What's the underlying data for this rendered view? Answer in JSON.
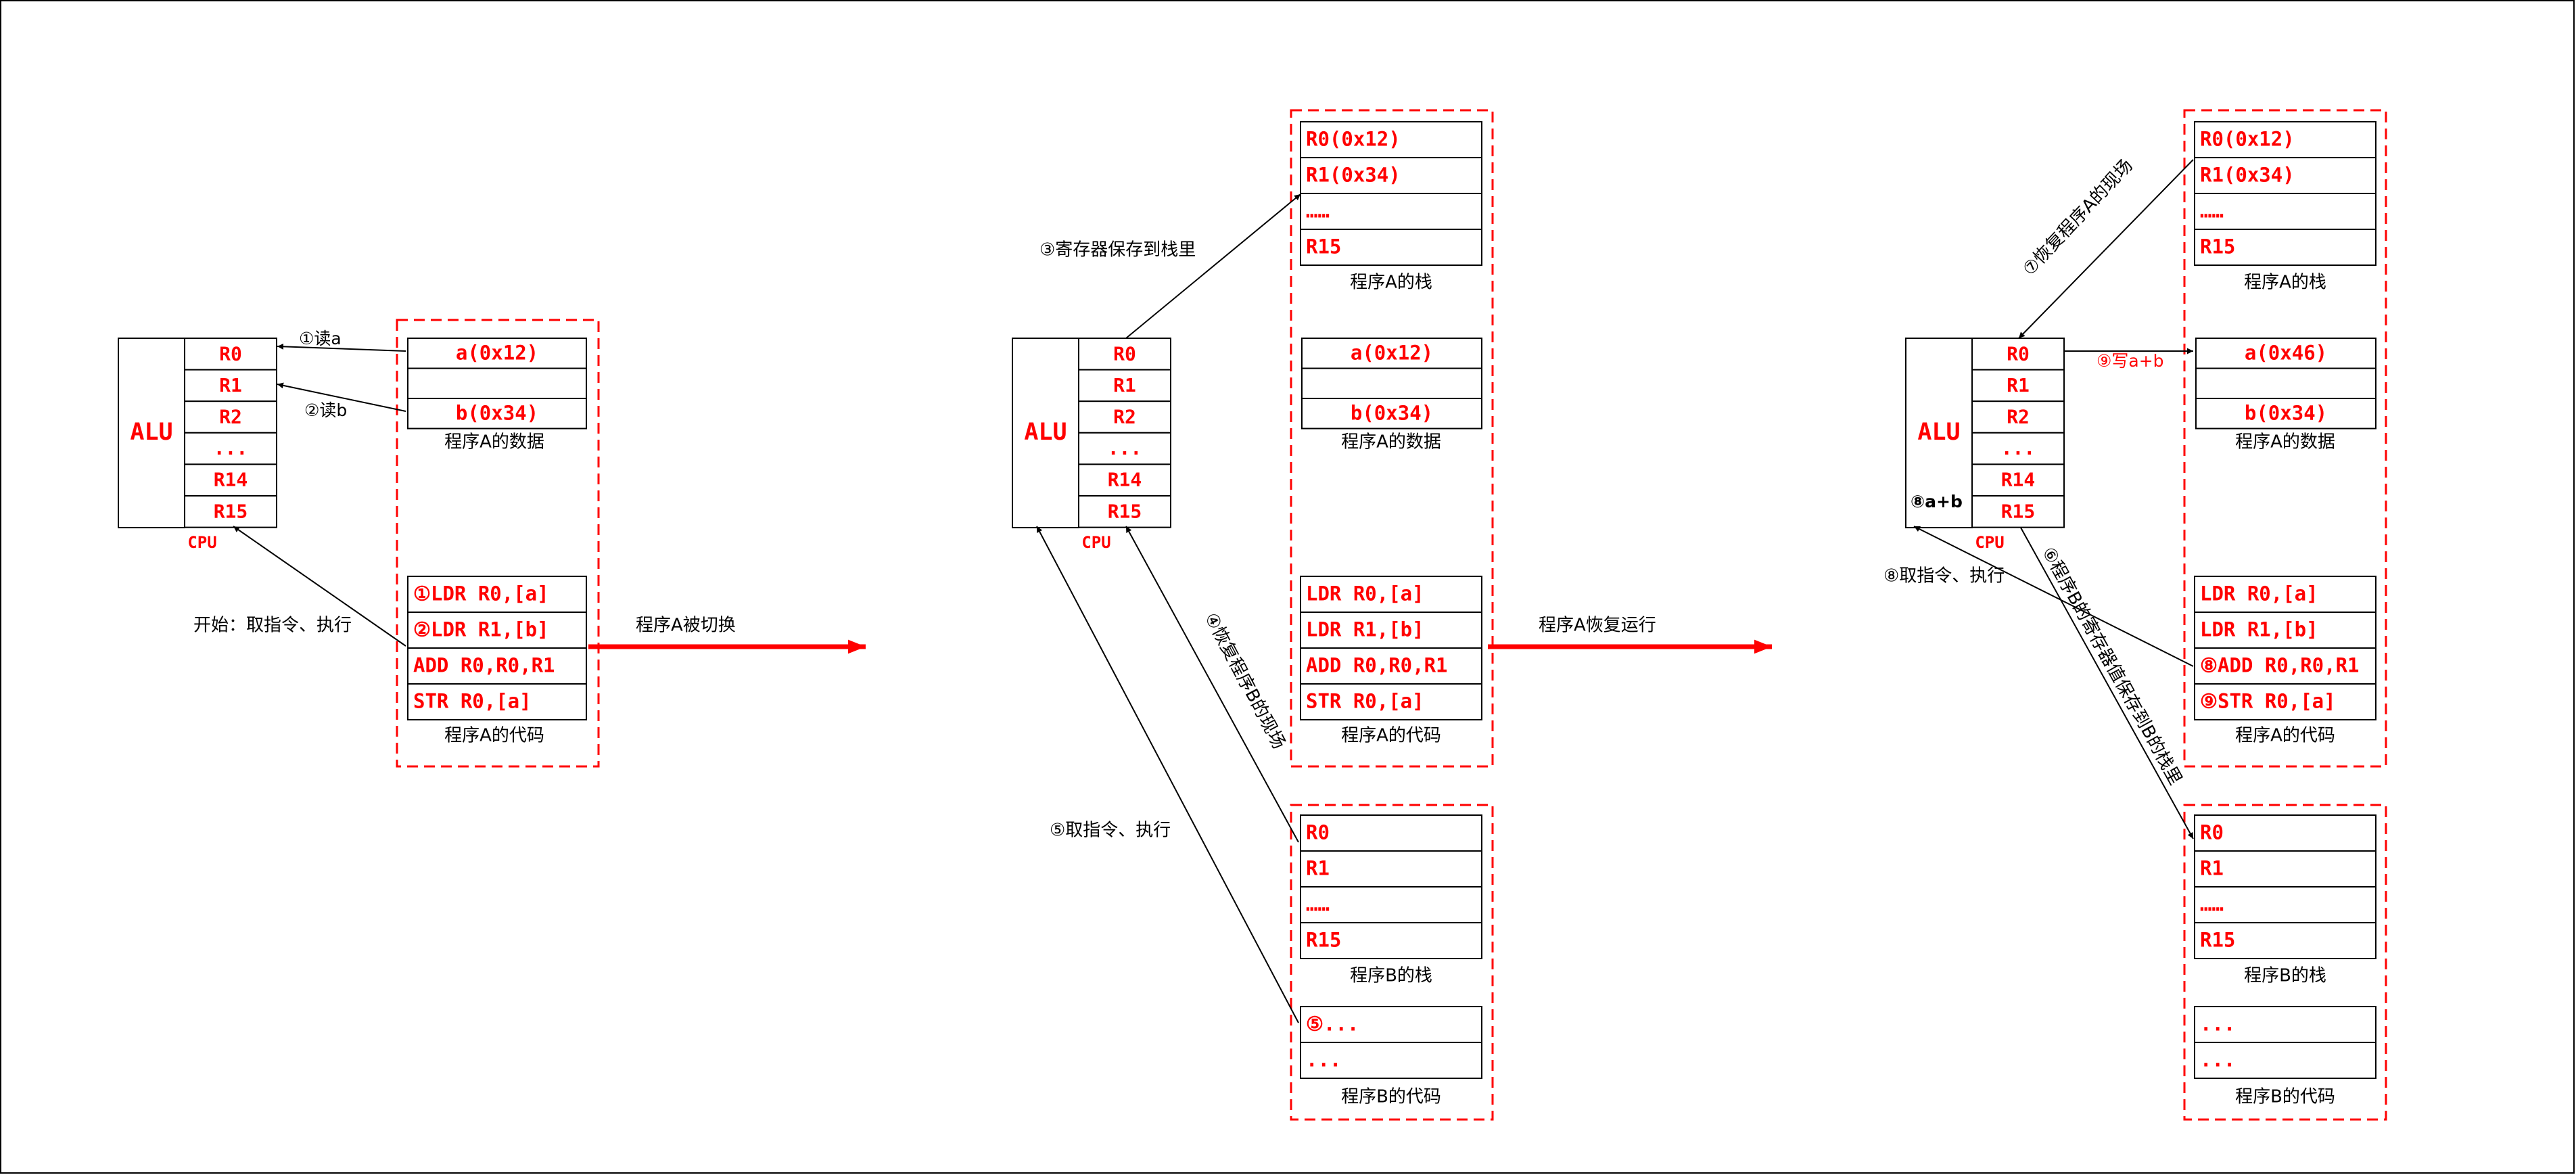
{
  "panel1": {
    "alu": "ALU",
    "registers": [
      "R0",
      "R1",
      "R2",
      "...",
      "R14",
      "R15"
    ],
    "cpu": "CPU",
    "data_cells": [
      "a(0x12)",
      "",
      "b(0x34)"
    ],
    "data_caption": "程序A的数据",
    "code_cells": [
      "①LDR R0,[a]",
      "②LDR R1,[b]",
      "ADD R0,R0,R1",
      "STR R0,[a]"
    ],
    "code_caption": "程序A的代码",
    "read_a": "①读a",
    "read_b": "②读b",
    "start": "开始：取指令、执行",
    "transition": "程序A被切换"
  },
  "panel2": {
    "alu": "ALU",
    "registers": [
      "R0",
      "R1",
      "R2",
      "...",
      "R14",
      "R15"
    ],
    "cpu": "CPU",
    "stackA_cells": [
      "R0(0x12)",
      "R1(0x34)",
      "……",
      "R15"
    ],
    "stackA_caption": "程序A的栈",
    "data_cells": [
      "a(0x12)",
      "",
      "b(0x34)"
    ],
    "data_caption": "程序A的数据",
    "code_cells": [
      "LDR R0,[a]",
      "LDR R1,[b]",
      "ADD R0,R0,R1",
      "STR R0,[a]"
    ],
    "code_caption": "程序A的代码",
    "stackB_cells": [
      "R0",
      "R1",
      "……",
      "R15"
    ],
    "stackB_caption": "程序B的栈",
    "codeB_cells": [
      "⑤...",
      "..."
    ],
    "codeB_caption": "程序B的代码",
    "save_label": "③寄存器保存到栈里",
    "restore_b": "④恢复程序B的现场",
    "fetch_label": "⑤取指令、执行",
    "transition": "程序A恢复运行"
  },
  "panel3": {
    "alu": "ALU",
    "registers": [
      "R0",
      "R1",
      "R2",
      "...",
      "R14",
      "R15"
    ],
    "cpu": "CPU",
    "stackA_cells": [
      "R0(0x12)",
      "R1(0x34)",
      "……",
      "R15"
    ],
    "stackA_caption": "程序A的栈",
    "data_cells": [
      "a(0x46)",
      "",
      "b(0x34)"
    ],
    "data_caption": "程序A的数据",
    "code_cells": [
      "LDR R0,[a]",
      "LDR R1,[b]",
      "⑧ADD R0,R0,R1",
      "⑨STR R0,[a]"
    ],
    "code_caption": "程序A的代码",
    "stackB_cells": [
      "R0",
      "R1",
      "……",
      "R15"
    ],
    "stackB_caption": "程序B的栈",
    "codeB_cells": [
      "...",
      "..."
    ],
    "codeB_caption": "程序B的代码",
    "restore_a": "⑦恢复程序A的现场",
    "write_label": "⑨写a+b",
    "alu_sum": "⑧a+b",
    "fetch_label": "⑧取指令、执行",
    "save_b": "⑥程序B的寄存器值保存到B的栈里"
  }
}
